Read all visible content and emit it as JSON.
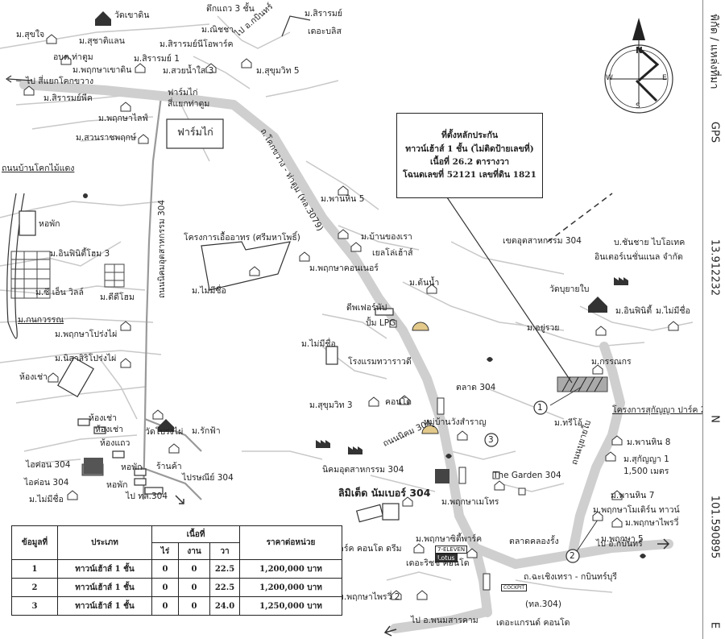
{
  "info_box": {
    "line1": "ที่ตั้งหลักประกัน",
    "line2": "ทาวน์เฮ้าส์ 1 ชั้น (ไม่ติดป้ายเลขที่)",
    "line3": "เนื้อที่ 26.2 ตารางวา",
    "line4": "โฉนดเลขที่ 52121 เลขที่ดิน 1821"
  },
  "compass": {
    "n": "N",
    "s": "S",
    "e": "E",
    "w": "W"
  },
  "sidebar": {
    "coord_label": "พิกัด / แหล่งที่มา",
    "gps": "GPS",
    "lat": "13.912232",
    "n": "N",
    "lon": "101.590895",
    "e": "E"
  },
  "markers": {
    "m1": "1",
    "m2": "2",
    "m3": "3"
  },
  "labels": {
    "suchai": "ม.สุขใจ",
    "wat_khao_din": "วัดเขาดิน",
    "suchatisan": "ม.สุชาติแลน",
    "tuk_thaew": "ตึกแถว 3 ชั้น",
    "nichcha": "ม.ณิชชา",
    "sirarom_bliss_1": "ม.สิรารมย์",
    "sirarom_bliss_2": "เดอะบลิส",
    "obt": "อบต.ท่าตูม",
    "sirarom1": "ม.สิรารมย์ 1",
    "sirarom_park": "ม.สิรารมย์นีโอพาร์ค",
    "to_kabin": "ไป อ.กบินทร์",
    "phruksa_khao_din": "ม.พฤกษาเขาดิน",
    "suay_nam_sai": "ม.สวยน้ำใส 3",
    "sukhumvit5_top": "ม.สุขุมวิท 5",
    "to_khok_khwang": "ไป สี่แยกโคกขวาง",
    "farm_kai_small": "ฟาร์มไก่",
    "siyaek_tha_tum": "สี่แยกท่าตูม",
    "sirarompeak": "ม.สิรารมย์พีค",
    "phruksa_life": "ม.พฤกษาไลฟ์",
    "farm_kai": "ฟาร์มไก่",
    "suan_ratchaphruek": "ม.สวนราชพฤกษ์",
    "road_khok_khwang": "ถ.โคกขวาง - ท่าตูม (ทล.3079)",
    "road_ban_khok": "ถนนบ้านโคกไม้แดง",
    "pan_hin5": "ม.พานหิน 5",
    "road_304": "ถนนนิคมอุตสาหกรรม 304",
    "hor_phak": "หอพัก",
    "food_project": "โครงการเอื้ออาทร (ศรีมหาโพธิ์)",
    "ban_song_rao": "ม.บ้านของเรา",
    "yellow_house": "เยลโล่เฮ้าส์",
    "inphinit_home3": "ม.อินฟินิตี้โฮม 3",
    "phruksa_corner": "ม.พฤกษาคอนเนอร์",
    "ind_zone": "เขตอุตสาหกรรม 304",
    "bio_tech_1": "บ.ชันชาย ไบโอเทค",
    "bio_tech_2": "อินเตอร์เนชั่นแนล จำกัด",
    "ton_nam": "ม.ต้นน้ำ",
    "jc_ville": "ม.ซี เอ็น วิลล์",
    "dd_home": "ม.ดีดีโฮม",
    "no_name_mid": "ม.ไม่มีชื่อ",
    "wat_bu_yai": "วัดบุยายใบ",
    "kanthan": "ม.กนกวรรณ",
    "dif_pump": "ดีพเฟอร์พัป",
    "lpg_pump": "ปั้ม LPG",
    "in_finity": "ม.อินฟินิตี้",
    "no_name_right": "ม.ไม่มีชื่อ",
    "phruksa_prong_phai": "ม.พฤกษาโปร่งไผ่",
    "no_name_center": "ม.ไม่มีชื่อ",
    "u_ruay": "ม.อยู่รวย",
    "nisa_siri": "ม.นิสาสิริโปร่งไผ่",
    "hotel": "โรงแรมทวาราวดี",
    "kannakorn": "ม.กรรณกร",
    "room_rent_left": "ห้องเช่า",
    "market304": "ตลาด 304",
    "sukhumvit3": "ม.สุขุมวิท 3",
    "condo_mid": "คอนโด",
    "tree_o": "ม.ทรีโอ้",
    "sukanya_park": "โครงการสุกัญญา ปาร์ค 2",
    "room_rent_a": "ห้องเช่า",
    "room_rent_b": "ห้องเช่า",
    "village_shell": "หมู่บ้านวังสำราญ",
    "road_nikhom": "ถนนนิคม 304",
    "road_right": "ถนนบุยายใบ",
    "pan_hin8": "ม.พานหิน 8",
    "shophouse": "ห้องแถว",
    "wat_prong_phai": "วัดโปร่งไผ่",
    "rak_fah": "ม.รักฟ้า",
    "sukanya1": "ม.สุกัญญา 1",
    "distance": "1,500 เมตร",
    "icon304_a": "ไอค่อน 304",
    "hor_phak_b": "หอพัก",
    "shop": "ร้านค้า",
    "post": "ไปรษณีย์ 304",
    "ind_estate": "นิคมอุตสาหกรรม 304",
    "the_garden": "The Garden 304",
    "icon304_b": "ไอค่อน 304",
    "hor_phak_c": "หอพัก",
    "to_tl304": "ไป ทล.304",
    "limited": "ลิมิเต็ด นัมเบอร์ 304",
    "pan_hin7": "ม.พานหิน 7",
    "no_name_left": "ม.ไม่มีชื่อ",
    "phruksa_metro": "ม.พฤกษาเมโทร",
    "phruksa_modern": "ม.พฤกษาโมเดิร์น ทาวน์",
    "phruksa_prai": "ม.พฤกษาไพรวี่",
    "phruksa5": "ม.พฤกษา 5",
    "phruksa_park": "ม.พฤกษาซิตี้พาร์ค",
    "park_condo": "พาร์ค คอนโด ดรีม",
    "market_khlong": "ตลาดคลองรั้ง",
    "to_kabin2": "ไป อ.กบินทร์",
    "lotus": "Lotus",
    "lotus_top": "7-ELEVEN",
    "the_rich": "เดอะริชชี่ คอนโด",
    "road_chacheng": "ถ.ฉะเชิงเทรา - กบินทร์บุรี",
    "tl304": "(ทล.304)",
    "phruksa_prai2": "ม.พฤกษาไพรวี่ 2",
    "to_phanom": "ไป อ.พนมสารคาม",
    "grand_condo": "เดอะแกรนด์ คอนโด",
    "cockpit": "COCKPIT"
  },
  "table": {
    "headers": {
      "no": "ข้อมูลที่",
      "type": "ประเภท",
      "area": "เนื้อที่",
      "price": "ราคาต่อหน่วย"
    },
    "sub": {
      "rai": "ไร่",
      "ngan": "งาน",
      "wa": "วา"
    },
    "rows": [
      {
        "no": "1",
        "type": "ทาวน์เฮ้าส์ 1 ชั้น",
        "rai": "0",
        "ngan": "0",
        "wa": "22.5",
        "price": "1,200,000 บาท"
      },
      {
        "no": "2",
        "type": "ทาวน์เฮ้าส์ 1 ชั้น",
        "rai": "0",
        "ngan": "0",
        "wa": "22.5",
        "price": "1,200,000 บาท"
      },
      {
        "no": "3",
        "type": "ทาวน์เฮ้าส์ 1 ชั้น",
        "rai": "0",
        "ngan": "0",
        "wa": "24.0",
        "price": "1,250,000 บาท"
      }
    ]
  }
}
